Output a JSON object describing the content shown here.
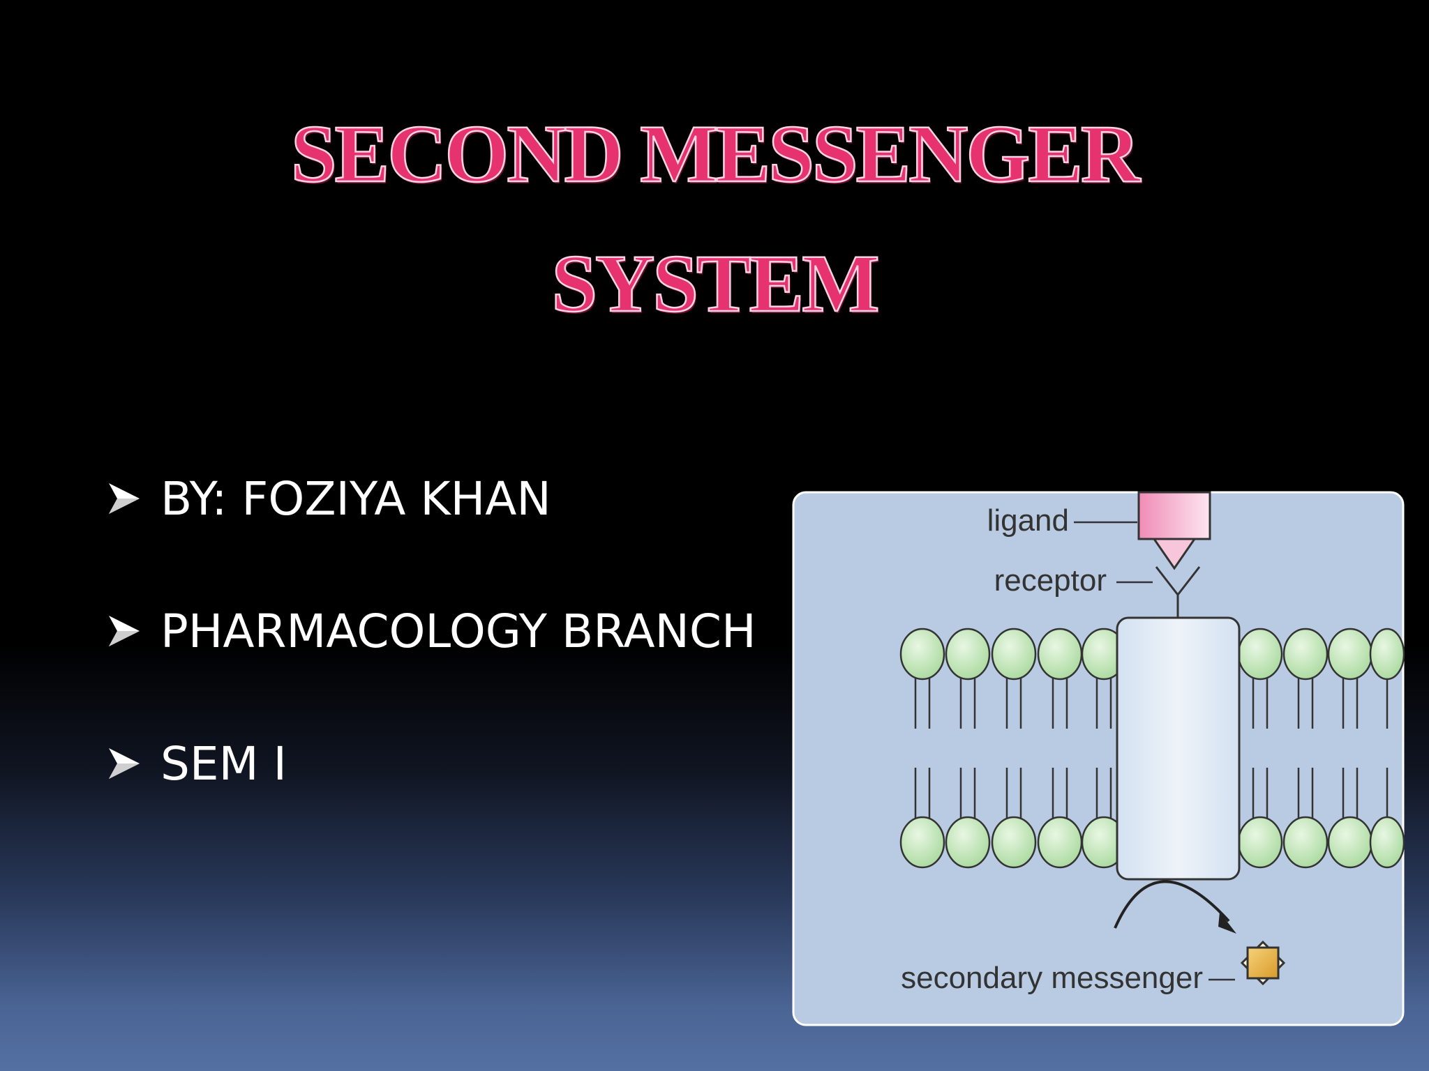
{
  "title": {
    "line1": "SECOND MESSENGER",
    "line2": "SYSTEM"
  },
  "bullets": [
    {
      "text": "BY: FOZIYA KHAN",
      "icon": "arrow-bullet-icon"
    },
    {
      "text": "PHARMACOLOGY BRANCH",
      "icon": "arrow-bullet-icon"
    },
    {
      "text": "SEM I",
      "icon": "arrow-bullet-icon"
    }
  ],
  "diagram": {
    "labels": {
      "ligand": "ligand",
      "receptor": "receptor",
      "secondary_messenger": "secondary messenger"
    },
    "colors": {
      "background": "#b9cbe2",
      "lipid_head": "#c5e8bd",
      "ligand": "#f4b4cf",
      "messenger": "#e8b64a",
      "receptor_protein": "#dfe9f4"
    }
  },
  "colors": {
    "title": "#e6336f",
    "text": "#ffffff"
  }
}
